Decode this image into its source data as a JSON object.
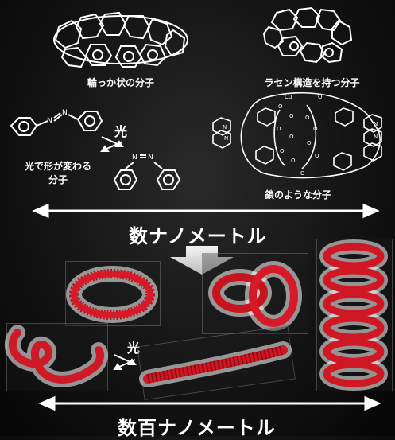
{
  "top": {
    "ring_label": "輪っか状の分子",
    "helix_label": "ラセン構造を持つ分子",
    "azo_label_line1": "光で形が変わる",
    "azo_label_line2": "分子",
    "light_label": "光",
    "chain_label": "鎖のような分子",
    "scale_label": "数ナノメートル"
  },
  "bottom": {
    "light_label": "光",
    "scale_label": "数百ナノメートル"
  }
}
